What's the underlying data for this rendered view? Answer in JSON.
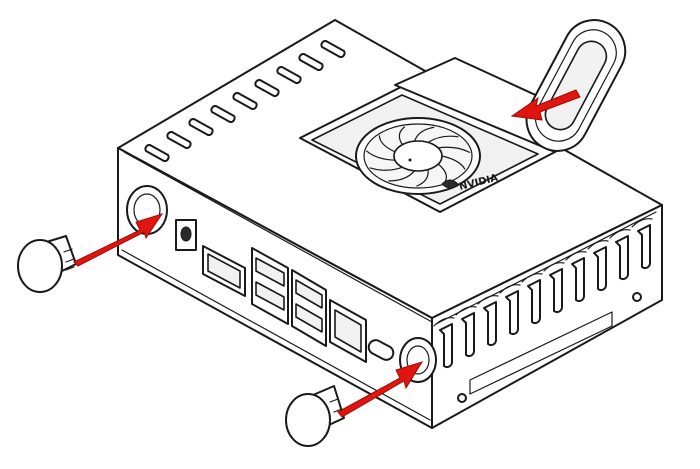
{
  "logo": {
    "text": "NVIDIA"
  },
  "colors": {
    "arrow": "#e0150f",
    "arrow_stroke": "#9e0d08",
    "line": "#1a1a1a",
    "background": "#ffffff"
  },
  "parts": [
    "enclosure",
    "fan",
    "rubber-foot",
    "plug-cap-left",
    "plug-cap-bottom"
  ]
}
